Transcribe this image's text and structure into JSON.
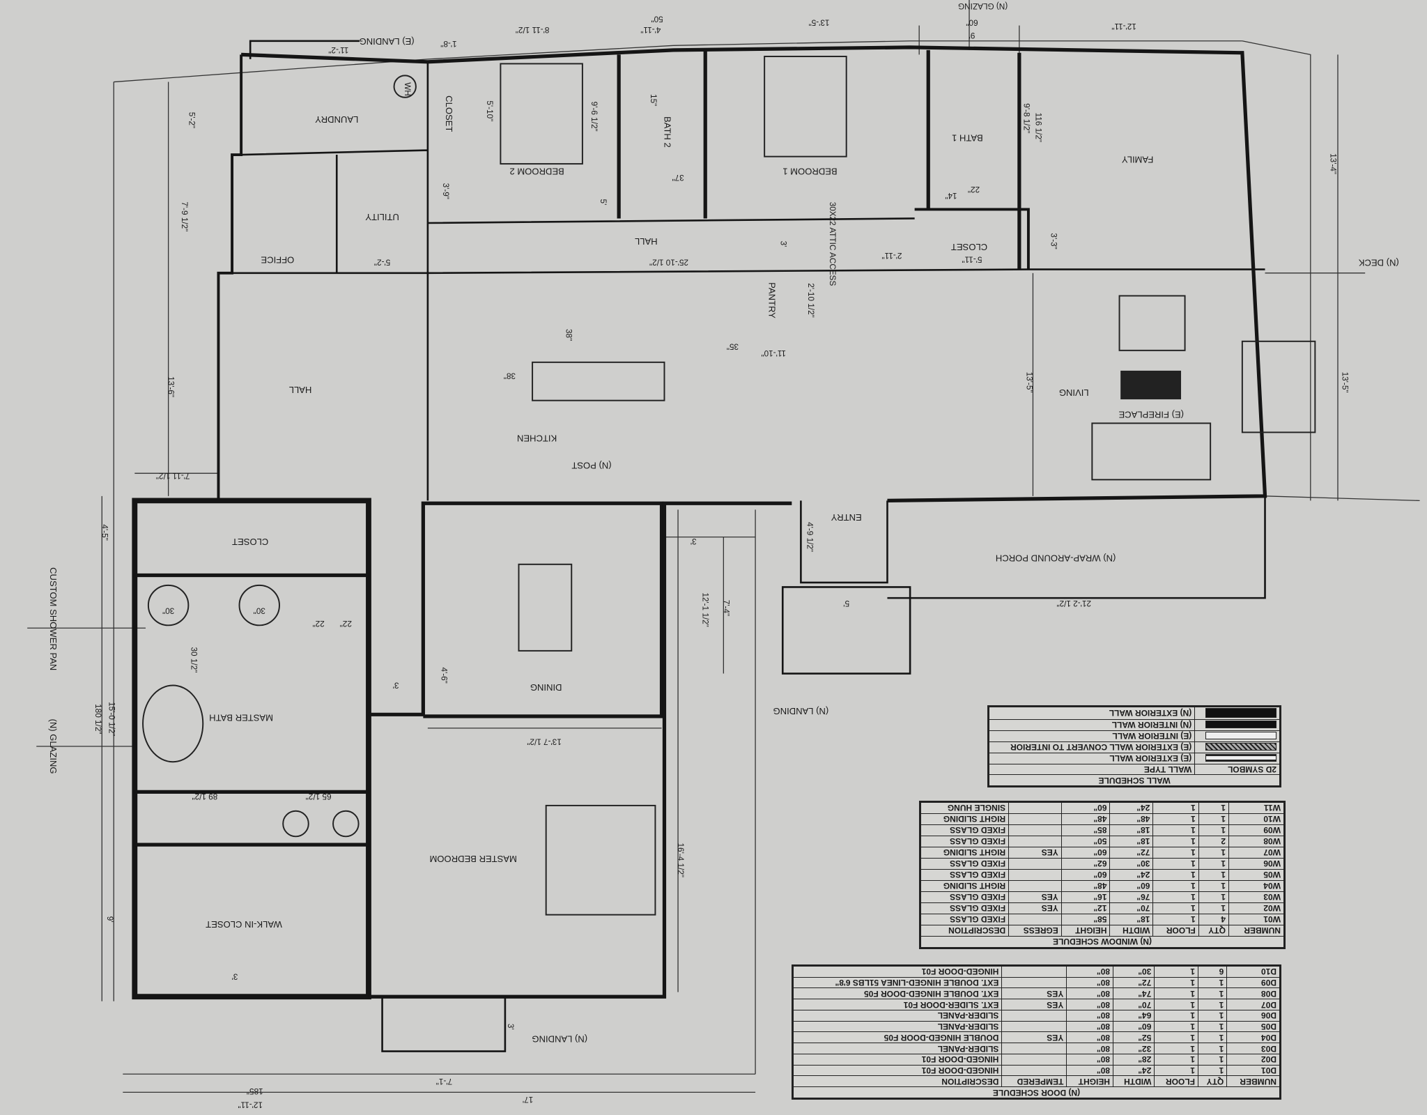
{
  "rooms": {
    "laundry": "LAUNDRY",
    "closet_top": "CLOSET",
    "bedroom2": "BEDROOM 2",
    "bath2": "BATH 2",
    "bedroom1": "BEDROOM 1",
    "bath1": "BATH 1",
    "family": "FAMILY",
    "utility": "UTILITY",
    "office": "OFFICE",
    "hall_upper": "HALL",
    "closet_bath1": "CLOSET",
    "pantry": "PANTRY",
    "hall_left": "HALL",
    "kitchen": "KITCHEN",
    "living": "LIVING",
    "fireplace": "(E) FIREPLACE",
    "post": "(N) POST",
    "entry": "ENTRY",
    "closet_master": "CLOSET",
    "porch": "(N) WRAP-AROUND PORCH",
    "dining": "DINING",
    "landing_entry": "(N) LANDING",
    "master_bath": "MASTER BATH",
    "master_bedroom": "MASTER BEDROOM",
    "walk_in_closet": "WALK-IN CLOSET",
    "landing_bottom": "(N) LANDING",
    "landing_top": "(E) LANDING",
    "deck": "(N) DECK",
    "wh": "WH",
    "attic": "30X22 ATTIC ACCESS"
  },
  "notes": {
    "shower_pan": "CUSTOM SHOWER PAN",
    "glazing_left": "(N) GLAZING",
    "glazing_top": "(N) GLAZING"
  },
  "dims": {
    "d1": "11'-2\"",
    "d2": "1'-8\"",
    "d3": "8'-11 1/2\"",
    "d4": "4'-11\"",
    "d5": "50\"",
    "d6": "13'-5\"",
    "d7": "60\"",
    "d8": "9'",
    "d9": "12'-11\"",
    "d10": "5'-10\"",
    "d11": "9'-6 1/2\"",
    "d12": "15\"",
    "d13": "37\"",
    "d14": "3'-9\"",
    "d15": "5'",
    "d16": "9'-8 1/2\"",
    "d17": "116 1/2\"",
    "d18": "22\"",
    "d19": "14\"",
    "d20": "5'-11\"",
    "d21": "2'-11\"",
    "d22": "3'-3\"",
    "d23": "3'",
    "d24": "25'-10 1/2\"",
    "d25": "5'-2\"",
    "d26": "2'-10 1/2\"",
    "d27": "38\"",
    "d28": "35\"",
    "d29": "11'-10\"",
    "d30": "13'-5\"",
    "d31": "13'-5\"",
    "d32": "13'-4\"",
    "d33": "13'-6\"",
    "d34": "7'-11 1/2\"",
    "d35": "4'-5\"",
    "d36": "30\"",
    "d37": "30\"",
    "d38": "22\"",
    "d39": "22\"",
    "d40": "15'-0 1/2\"",
    "d41": "180 1/2\"",
    "d42": "30 1/2\"",
    "d43": "89 1/2\"",
    "d44": "65 1/2\"",
    "d45": "9'",
    "d46": "3'",
    "d47": "4'-6\"",
    "d48": "13'-7 1/2\"",
    "d49": "12'-1 1/2\"",
    "d50": "7'-4\"",
    "d51": "16'-4 1/2\"",
    "d52": "4'-9 1/2\"",
    "d53": "5'",
    "d54": "21'-2 1/2\"",
    "d55": "7'-1\"",
    "d56": "17'",
    "d57": "12'-11\"",
    "d58": "185\"",
    "d59": "3'",
    "d60": "3'",
    "d61": "5'-2\"",
    "d62": "7'-9 1/2\"",
    "d63": "38\"",
    "d64": "3'"
  },
  "wall_schedule": {
    "title": "WALL SCHEDULE",
    "headers": [
      "2D SYMBOL",
      "WALL TYPE"
    ],
    "rows": [
      {
        "symbol": "exterior-existing",
        "type": "(E) EXTERIOR WALL"
      },
      {
        "symbol": "exterior-convert",
        "type": "(E) EXTERIOR WALL CONVERT TO INTERIOR"
      },
      {
        "symbol": "interior-existing",
        "type": "(E) INTERIOR WALL"
      },
      {
        "symbol": "interior-new",
        "type": "(N) INTERIOR WALL"
      },
      {
        "symbol": "exterior-new",
        "type": "(N) EXTERIOR WALL"
      }
    ]
  },
  "window_schedule": {
    "title": "(N) WINDOW SCHEDULE",
    "headers": [
      "NUMBER",
      "QTY",
      "FLOOR",
      "WIDTH",
      "HEIGHT",
      "EGRESS",
      "DESCRIPTION"
    ],
    "rows": [
      [
        "W01",
        "4",
        "1",
        "18\"",
        "58\"",
        "",
        "FIXED GLASS"
      ],
      [
        "W02",
        "1",
        "1",
        "70\"",
        "12\"",
        "YES",
        "FIXED GLASS"
      ],
      [
        "W03",
        "1",
        "1",
        "76\"",
        "16\"",
        "YES",
        "FIXED GLASS"
      ],
      [
        "W04",
        "1",
        "1",
        "60\"",
        "48\"",
        "",
        "RIGHT SLIDING"
      ],
      [
        "W05",
        "1",
        "1",
        "24\"",
        "60\"",
        "",
        "FIXED GLASS"
      ],
      [
        "W06",
        "1",
        "1",
        "30\"",
        "62\"",
        "",
        "FIXED GLASS"
      ],
      [
        "W07",
        "1",
        "1",
        "72\"",
        "60\"",
        "YES",
        "RIGHT SLIDING"
      ],
      [
        "W08",
        "2",
        "1",
        "18\"",
        "50\"",
        "",
        "FIXED GLASS"
      ],
      [
        "W09",
        "1",
        "1",
        "18\"",
        "85\"",
        "",
        "FIXED GLASS"
      ],
      [
        "W10",
        "1",
        "1",
        "48\"",
        "48\"",
        "",
        "RIGHT SLIDING"
      ],
      [
        "W11",
        "1",
        "1",
        "24\"",
        "60\"",
        "",
        "SINGLE HUNG"
      ]
    ]
  },
  "door_schedule": {
    "title": "(N) DOOR SCHEDULE",
    "headers": [
      "NUMBER",
      "QTY",
      "FLOOR",
      "WIDTH",
      "HEIGHT",
      "TEMPERED",
      "DESCRIPTION"
    ],
    "rows": [
      [
        "D01",
        "1",
        "1",
        "24\"",
        "80\"",
        "",
        "HINGED-DOOR F01"
      ],
      [
        "D02",
        "1",
        "1",
        "28\"",
        "80\"",
        "",
        "HINGED-DOOR F01"
      ],
      [
        "D03",
        "1",
        "1",
        "32\"",
        "80\"",
        "",
        "SLIDER-PANEL"
      ],
      [
        "D04",
        "1",
        "1",
        "52\"",
        "80\"",
        "YES",
        "DOUBLE HINGED-DOOR F05"
      ],
      [
        "D05",
        "1",
        "1",
        "60\"",
        "80\"",
        "",
        "SLIDER-PANEL"
      ],
      [
        "D06",
        "1",
        "1",
        "64\"",
        "80\"",
        "",
        "SLIDER-PANEL"
      ],
      [
        "D07",
        "1",
        "1",
        "70\"",
        "80\"",
        "YES",
        "EXT. SLIDER-DOOR F01"
      ],
      [
        "D08",
        "1",
        "1",
        "74\"",
        "80\"",
        "YES",
        "EXT. DOUBLE HINGED-DOOR F05"
      ],
      [
        "D09",
        "1",
        "1",
        "72\"",
        "80\"",
        "",
        "EXT. DOUBLE HINGED-LINEA 51LBS 6'8\""
      ],
      [
        "D10",
        "6",
        "1",
        "30\"",
        "80\"",
        "",
        "HINGED-DOOR F01"
      ]
    ]
  },
  "colors": {
    "paper": "#cfcfcd",
    "ink": "#1b1b1b"
  }
}
